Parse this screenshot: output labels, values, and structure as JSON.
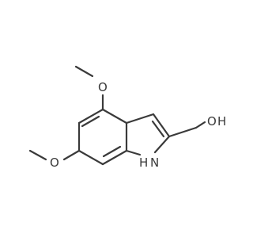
{
  "molecule": {
    "atoms": {
      "methoxy_top_oxygen": "O",
      "methoxy_bottom_oxygen": "O",
      "hydroxyl_oxygen": "O",
      "hydroxyl_hydrogen": "H",
      "ring_nitrogen": "N",
      "ring_nitrogen_hydrogen": "H"
    },
    "colors": {
      "bond": "#3a3a3a",
      "label": "#3a3a3a",
      "background": "#ffffff"
    }
  }
}
